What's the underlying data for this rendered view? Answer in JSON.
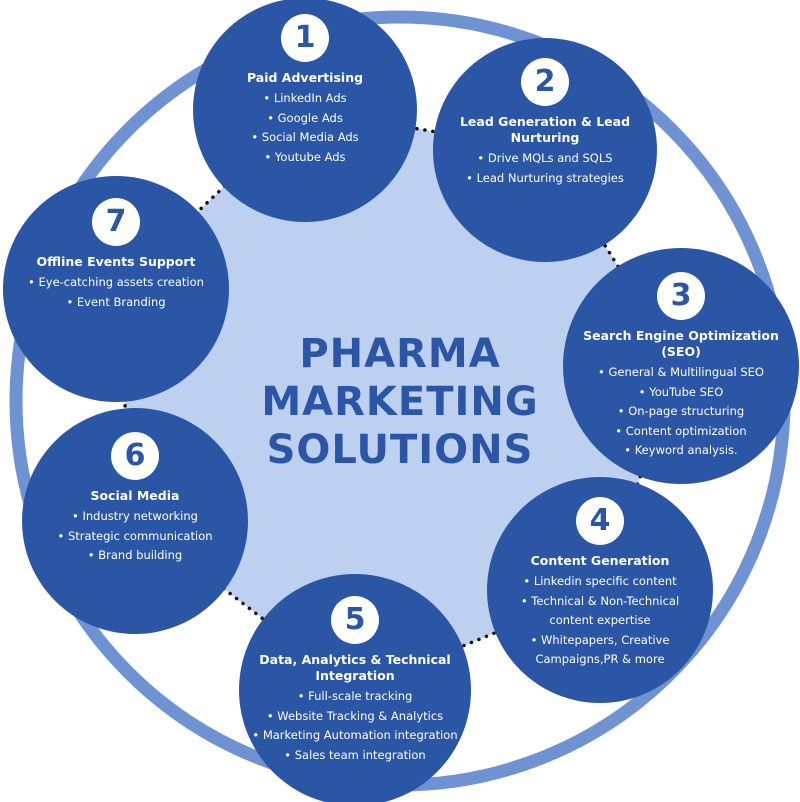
{
  "title": "PHARMA MARKETING SOLUTIONS",
  "title_lines": [
    "PHARMA",
    "MARKETING",
    "SOLUTIONS"
  ],
  "colors": {
    "circle": "#2b56a5",
    "ring": "#6f93d2",
    "center": "#bdd0ef"
  },
  "nodes": [
    {
      "number": "1",
      "title": "Paid Advertising",
      "items": [
        "LinkedIn Ads",
        "Google Ads",
        "Social Media Ads",
        "Youtube Ads"
      ]
    },
    {
      "number": "2",
      "title": "Lead Generation & Lead Nurturing",
      "items": [
        "Drive MQLs and SQLS",
        "Lead Nurturing strategies"
      ]
    },
    {
      "number": "3",
      "title": "Search Engine Optimization (SEO)",
      "items": [
        "General & Multilingual SEO",
        "YouTube SEO",
        "On-page structuring",
        "Content optimization",
        "Keyword analysis."
      ]
    },
    {
      "number": "4",
      "title": "Content Generation",
      "items": [
        "Linkedin specific content",
        "Technical & Non-Technical content expertise",
        "Whitepapers, Creative Campaigns,PR & more"
      ]
    },
    {
      "number": "5",
      "title": "Data, Analytics & Technical Integration",
      "items": [
        "Full-scale tracking",
        "Website Tracking & Analytics",
        "Marketing Automation integration",
        "Sales team integration"
      ]
    },
    {
      "number": "6",
      "title": "Social Media",
      "items": [
        "Industry networking",
        "Strategic communication",
        "Brand building"
      ]
    },
    {
      "number": "7",
      "title": "Offline Events Support",
      "items": [
        "Eye-catching assets creation",
        "Event Branding"
      ]
    }
  ]
}
